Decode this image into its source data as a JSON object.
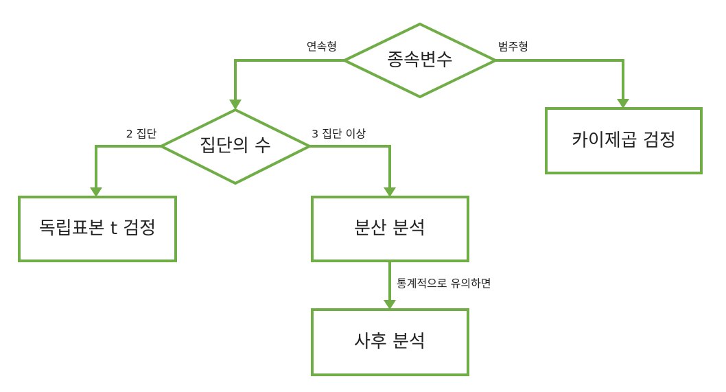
{
  "colors": {
    "stroke": "#70AD47",
    "text": "#222222"
  },
  "nodes": {
    "dependent": {
      "label": "종속변수"
    },
    "groups": {
      "label": "집단의 수"
    },
    "chi_square": {
      "label": "카이제곱 검정"
    },
    "t_test": {
      "label": "독립표본 t 검정"
    },
    "anova": {
      "label": "분산 분석"
    },
    "post_hoc": {
      "label": "사후 분석"
    }
  },
  "edges": {
    "continuous": "연속형",
    "categorical": "범주형",
    "two_groups": "2 집단",
    "three_plus_groups": "3 집단 이상",
    "if_significant": "통계적으로 유의하면"
  }
}
